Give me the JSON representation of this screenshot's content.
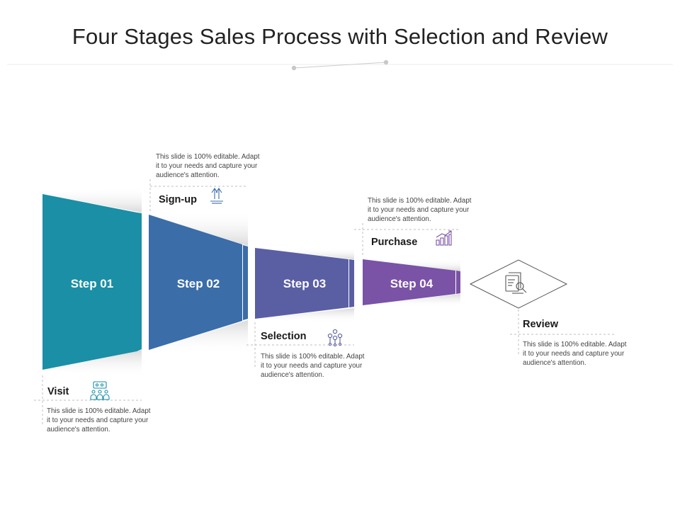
{
  "title": "Four Stages Sales Process with Selection and Review",
  "steps": [
    {
      "label": "Step 01",
      "color": "#1a8fa6"
    },
    {
      "label": "Step 02",
      "color": "#3b6da8"
    },
    {
      "label": "Step 03",
      "color": "#5a5fa3"
    },
    {
      "label": "Step 04",
      "color": "#7a52a6"
    }
  ],
  "stages": [
    {
      "name": "Visit",
      "icon": "people-group-icon",
      "icon_color": "#1a8fa6"
    },
    {
      "name": "Sign-up",
      "icon": "upload-arrows-icon",
      "icon_color": "#3b6da8"
    },
    {
      "name": "Selection",
      "icon": "network-nodes-icon",
      "icon_color": "#5a5fa3"
    },
    {
      "name": "Purchase",
      "icon": "bar-chart-growth-icon",
      "icon_color": "#7a52a6"
    },
    {
      "name": "Review",
      "icon": "document-magnifier-icon",
      "icon_color": "#555555"
    }
  ],
  "description": [
    "This slide is 100% editable.  Adapt",
    "it to your needs and capture your",
    "audience's attention."
  ]
}
